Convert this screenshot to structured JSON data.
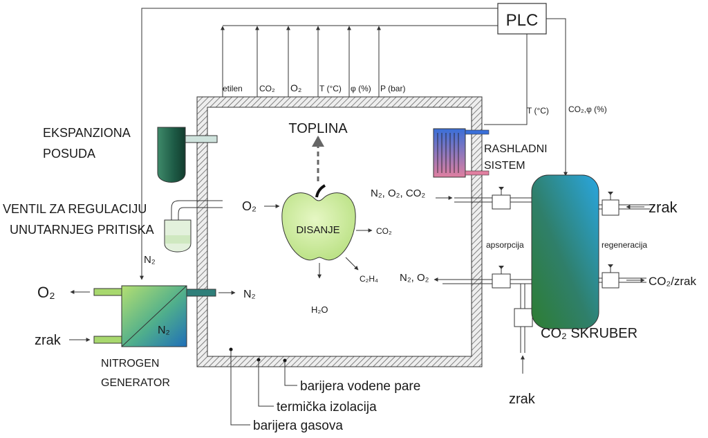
{
  "controller": {
    "label": "PLC"
  },
  "sensors": {
    "ethylene": "etilen",
    "co2": "CO₂",
    "o2": "O₂",
    "temperature": "T (°C)",
    "humidity": "φ (%)",
    "pressure": "P (bar)"
  },
  "plc_signals": {
    "cooling_temp": "T (°C)",
    "scrubber": "CO₂,φ (%)"
  },
  "chamber": {
    "heat": "TOPLINA",
    "respiration": "DISANJE",
    "in_o2": "O₂",
    "out_co2": "CO₂",
    "out_c2h4": "C₂H₄",
    "out_h2o": "H₂O",
    "layers": {
      "vapour_barrier": "barijera vodene pare",
      "thermal_insulation": "termička izolacija",
      "gas_barrier": "barijera gasova"
    }
  },
  "expansion_vessel": {
    "line1": "EKSPANZIONA",
    "line2": "POSUDA"
  },
  "pressure_valve": {
    "line1": "VENTIL ZA REGULACIJU",
    "line2": "UNUTARNJEG PRITISKA"
  },
  "nitrogen_generator": {
    "line1": "NITROGEN",
    "line2": "GENERATOR",
    "inner": "N₂",
    "in_air": "zrak",
    "out_o2": "O₂",
    "out_n2": "N₂",
    "top_n2": "N₂"
  },
  "cooling": {
    "line1": "RASHLADNI",
    "line2": "SISTEM"
  },
  "scrubber": {
    "label": "CO₂ SKRUBER",
    "absorption": "apsorpcija",
    "regeneration": "regeneracija",
    "in_gas": "N₂, O₂, CO₂",
    "out_gas": "N₂, O₂",
    "in_air_right": "zrak",
    "out_right": "CO₂/zrak",
    "in_air_bottom": "zrak"
  },
  "colors": {
    "line": "#333333",
    "wall_hatch": "#555555",
    "apple": "#c9e89a",
    "scrubber_top": "#1f9bd8",
    "scrubber_bottom": "#2e7d32",
    "generator_left": "#a8d86e",
    "generator_right": "#1f7fb0",
    "vessel": "#1f5a45",
    "cooler_blue": "#3a6fd8",
    "cooler_pink": "#e07fa0"
  }
}
